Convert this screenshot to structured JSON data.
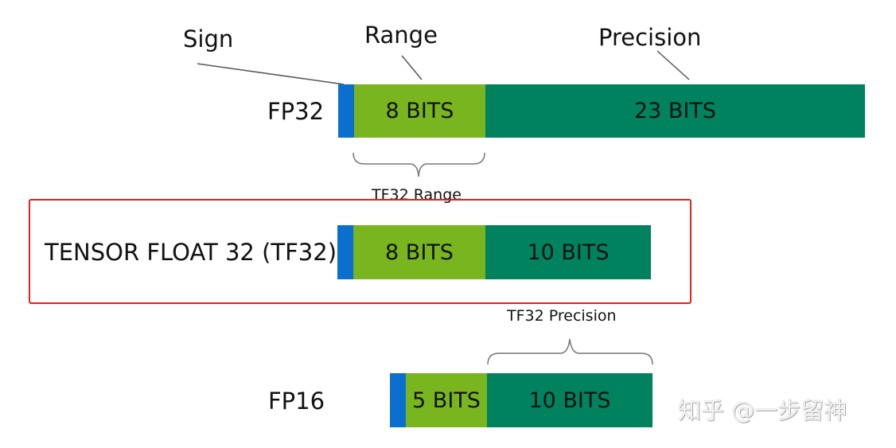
{
  "callouts": {
    "sign": "Sign",
    "range": "Range",
    "precision": "Precision"
  },
  "rows": {
    "fp32": {
      "label": "FP32",
      "exponent": "8 BITS",
      "mantissa": "23 BITS"
    },
    "tf32": {
      "label": "TENSOR FLOAT 32 (TF32)",
      "exponent": "8 BITS",
      "mantissa": "10 BITS"
    },
    "fp16": {
      "label": "FP16",
      "exponent": "5 BITS",
      "mantissa": "10 BITS"
    }
  },
  "braces": {
    "tf32_range": "TF32 Range",
    "tf32_precision": "TF32 Precision"
  },
  "watermark": "知乎 @一步留神",
  "colors": {
    "sign": "#0a6fcf",
    "exponent": "#78b51e",
    "mantissa": "#00825f",
    "highlight": "#e2231a"
  }
}
